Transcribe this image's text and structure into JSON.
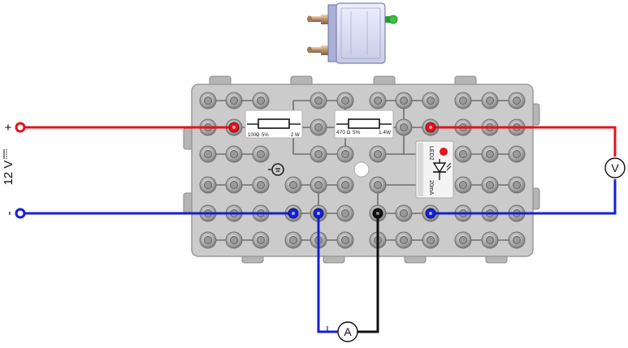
{
  "supply": {
    "voltage_label": "12 V",
    "plus_label": "+",
    "minus_label": "-"
  },
  "components": {
    "resistor_1": {
      "value": "100Ω",
      "tolerance": "5%",
      "power": "2 W"
    },
    "resistor_2": {
      "value": "470 Ω",
      "tolerance": "5%",
      "power": "1.4W"
    },
    "led": {
      "name": "LED2",
      "current": "20mA"
    }
  },
  "meters": {
    "voltmeter_label": "V",
    "ammeter_label": "A"
  },
  "colors": {
    "positive_wire": "#e3141b",
    "negative_wire": "#1520d6",
    "ammeter_wire": "#111111",
    "board": "#c9c9c9",
    "socket": "#8d8d8d",
    "led_dot": "#e5141b",
    "led_lens": "#39c23c"
  },
  "icons": {
    "power_plug": "power-plug-icon",
    "led_symbol": "led-symbol-icon",
    "resistor_symbol": "resistor-symbol-icon"
  }
}
